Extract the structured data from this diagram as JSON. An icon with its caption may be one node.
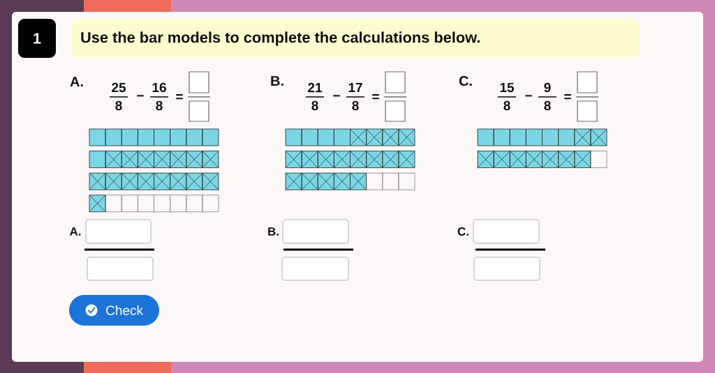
{
  "diagram": {
    "nodes": [
      {
        "text": [
          "1"
        ]
      },
      {
        "text": [
          "Use the bar models to complete the calculations below."
        ]
      },
      {
        "text": [
          "Check"
        ]
      }
    ],
    "labels": [
      "A.",
      "25",
      "8",
      "−",
      "16",
      "8",
      "=",
      "B.",
      "21",
      "8",
      "−",
      "17",
      "8",
      "=",
      "C.",
      "15",
      "8",
      "−",
      "9",
      "8",
      "=",
      "A.",
      "B.",
      "C."
    ]
  }
}
